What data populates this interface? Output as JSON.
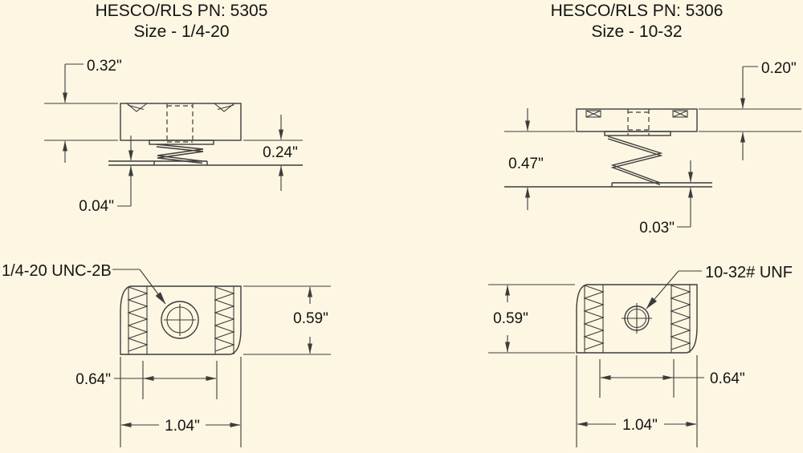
{
  "drawing": {
    "background": "#FCF6E2",
    "line_color": "#3C3C3C",
    "text_color": "#141414"
  },
  "left": {
    "title": "HESCO/RLS PN: 5305",
    "subtitle": "Size - 1/4-20",
    "thread_label": "1/4-20 UNC-2B",
    "dims": {
      "nut_height": "0.32\"",
      "spring_gap": "0.24\"",
      "plate_thickness": "0.04\"",
      "body_width": "0.59\"",
      "hole_span": "0.64\"",
      "body_length": "1.04\""
    }
  },
  "right": {
    "title": "HESCO/RLS PN: 5306",
    "subtitle": "Size - 10-32",
    "thread_label": "10-32# UNF",
    "dims": {
      "nut_height": "0.20\"",
      "spring_gap": "0.47\"",
      "plate_thickness": "0.03\"",
      "body_width": "0.59\"",
      "hole_span": "0.64\"",
      "body_length": "1.04\""
    }
  }
}
